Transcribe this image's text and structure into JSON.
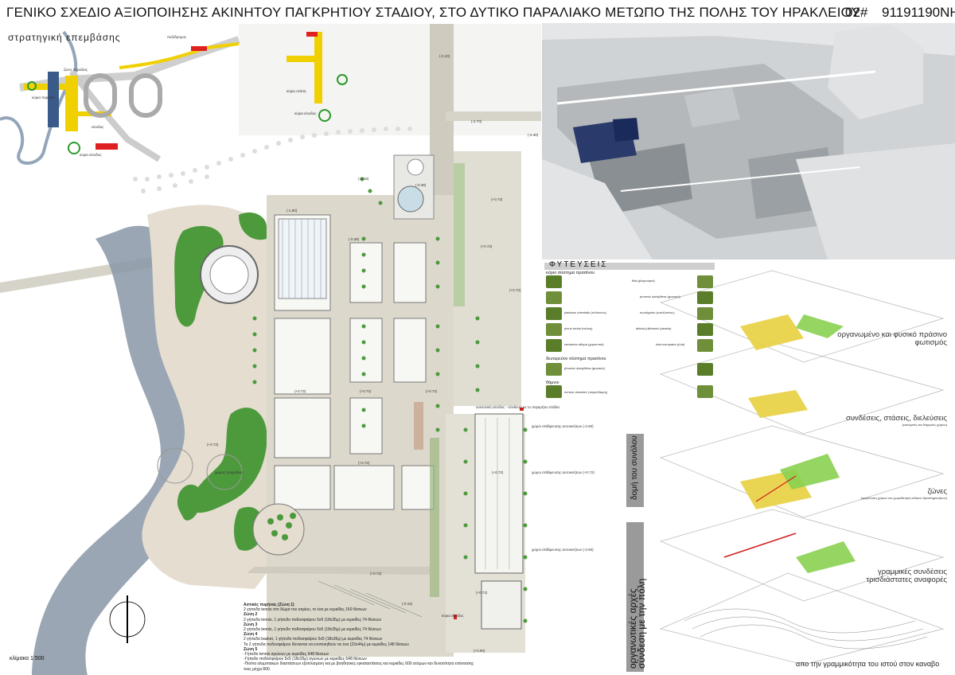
{
  "header": {
    "title": "ΓΕΝΙΚΟ ΣΧΕΔΙΟ ΑΞΙΟΠΟΙΗΣΗΣ ΑΚΙΝΗΤΟΥ ΠΑΓΚΡΗΤΙΟΥ ΣΤΑΔΙΟΥ, ΣΤΟ ΔΥΤΙΚΟ ΠΑΡΑΛΙΑΚΟ ΜΕΤΩΠΟ ΤΗΣ ΠΟΛΗΣ ΤΟΥ ΗΡΑΚΛΕΙΟΥ",
    "sheet_no": "02#",
    "code": "91191190NH"
  },
  "strategy": {
    "label": "στρατηγική επεμβάσης",
    "notes": [
      "πεζόδρομος",
      "κύρια παραλία",
      "ζώνη παραλίας",
      "είσοδος",
      "κύρια είσοδος",
      "κύρια στάση",
      "κύρια είσοδος"
    ]
  },
  "plan": {
    "levels": [
      "(-2.10)",
      "(-2.70)",
      "(-2.40)",
      "(-2.18)",
      "(-0.38)",
      "(-1.80)",
      "(+0.72)",
      "(+0.72)",
      "(+0.72)",
      "(-0.38)",
      "(+0.72)",
      "(+0.72)",
      "(+0.72)",
      "(+0.72)",
      "(+0.72)",
      "(+0.72)",
      "(+0.72)",
      "(+0.72)",
      "(-0.16)",
      "(+0.00)"
    ],
    "labels": {
      "parking1": "χώροι στάθμευσης αυτοκινήτων (-2.60)",
      "parking2": "χώροι στάθμευσης αυτοκινήτων (+0.72)",
      "parking3": "χώροι στάθμευσης αυτοκινήτων (-2.60)",
      "entrance": "ανατολική είσοδος - σύνδεση με το παγκρήτιο στάδιο",
      "square": "χώρος παιχνιδιού",
      "main_entrance": "κύρια είσοδος"
    }
  },
  "plants": {
    "title": "ΦΥΤΕΥΣΕΙΣ",
    "sub1": "κύριο σύστημα πρασίνου",
    "sub2": "δευτερεύον σύστημα πρασίνου",
    "sub3": "θάμνοι",
    "items": [
      "tilia (φλαμουριά)",
      "phoenix dactylifera (φοινικιά)",
      "platanus orientalis (πλάτανος)",
      "eucalyptus (ευκάλυπτος)",
      "pinus brutia (πεύκη)",
      "albizia julibrissin (ακακία)",
      "ceratonia siliqua (χαρουπιά)",
      "olea europaea (ελιά)",
      "phoenix dactylifera (φοινικιά)",
      "nerium oleander (πικροδάφνη)"
    ]
  },
  "diagrams": {
    "d1": "οργανωμένο και φυσικό πράσινο φωτισμός",
    "d1a": "οργανωμένο και",
    "d1b": "φυσικό πράσινο",
    "d1c": "φωτισμός",
    "d2": "συνδέσεις, στάσεις, διελεύσεις",
    "d2s": "(εκπομπές και διαρροές χώρου)",
    "d3": "ζώνες",
    "d3s": "(οργάνωση χώρων και χωροθέτηση ειδικών δραστηριοτήτων)",
    "d4a": "γραμμικές συνδέσεις",
    "d4b": "τρισδιάστατες αναφορές",
    "d5": "απο την γραμμικότητα του ιστού στον καναβο"
  },
  "side": {
    "dom": "δομή του συνόλου",
    "org1": "οργανωτικές αρχές",
    "org2": "σύνδεση με την πόλη"
  },
  "notes": {
    "z1_title": "Αστικός πυρήνας (Ζώνη 1)",
    "z1": "2 γήπεδα tennis στο δώμα του κτιρίου, το ένα με κερκίδες 160 θέσεων",
    "z2_title": "Ζώνη 2",
    "z2": "2 γήπεδα tennis, 1 γήπεδο ποδοσφαίρου 5x5 (18x35μ) με κερκίδες 74 θέσεων",
    "z3_title": "Ζώνη 3",
    "z3": "2 γήπεδα tennis, 1 γήπεδο ποδοσφαίρου 5x5 (18x35μ) με κερκίδες 74 θέσεων",
    "z4_title": "Ζώνη 4",
    "z4": "2 γήπεδα basket, 1 γήπεδο ποδοσφαίρου 5x5 (18x35μ) με κερκίδες 74 θέσεων",
    "z4b": "Τα 2 γήπεδα ποδοσφαίρου δύνανται να ενοποιηθούν σε ένα (22x44μ) με κερκίδες 148 θέσεων",
    "z5_title": "Ζώνη 5",
    "z5a": "-Γήπεδο tennis αγώνων με κερκίδες 648 θέσεων",
    "z5b": "-Γήπεδο ποδοσφαίρου 5x5 (18x35μ) αγώνων με κερκίδες 648 θέσεων",
    "z5c": "-Πισίνα ολυμπιακών διαστάσεων εξοπλισμένη και με βοηθητικές εγκαταστάσεις και κερκίδες 600 ατόμων και δυνατότητα επέκτασης τους μέχρι 800."
  },
  "scale": "κλίμακα 1:500"
}
